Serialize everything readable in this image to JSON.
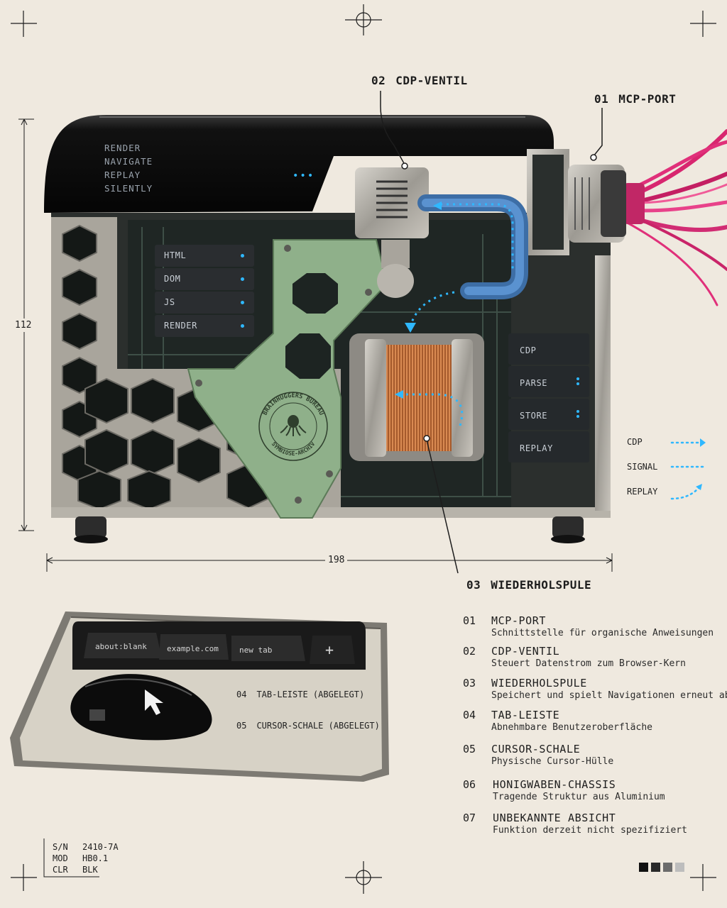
{
  "callouts": {
    "c01": {
      "num": "01",
      "label": "MCP-PORT"
    },
    "c02": {
      "num": "02",
      "label": "CDP-VENTIL"
    },
    "c03": {
      "num": "03",
      "label": "WIEDERHOLSPULE"
    }
  },
  "dimensions": {
    "height": "112",
    "width": "198"
  },
  "screen": {
    "lines": [
      "RENDER",
      "NAVIGATE",
      "REPLAY",
      "SILENTLY"
    ]
  },
  "left_modules": [
    "HTML",
    "DOM",
    "JS",
    "RENDER"
  ],
  "right_modules": [
    "CDP",
    "PARSE",
    "STORE",
    "REPLAY"
  ],
  "emblem": {
    "top": "BRAINHUGGERS BUREAU",
    "bottom": "SYMBIOSE-ARCHIV"
  },
  "signal_legend": [
    {
      "label": "CDP",
      "style": "dotted-arrow"
    },
    {
      "label": "SIGNAL",
      "style": "dotted"
    },
    {
      "label": "REPLAY",
      "style": "dotted-curve-arrow"
    }
  ],
  "tabs": [
    "about:blank",
    "example.com",
    "new tab"
  ],
  "tab_add": "+",
  "tray_labels": [
    {
      "num": "04",
      "text": "TAB-LEISTE (ABGELEGT)"
    },
    {
      "num": "05",
      "text": "CURSOR-SCHALE (ABGELEGT)"
    }
  ],
  "legend": [
    {
      "num": "01",
      "title": "MCP-PORT",
      "desc": "Schnittstelle für organische Anweisungen"
    },
    {
      "num": "02",
      "title": "CDP-VENTIL",
      "desc": "Steuert Datenstrom zum Browser-Kern"
    },
    {
      "num": "03",
      "title": "WIEDERHOLSPULE",
      "desc": "Speichert und spielt Navigationen erneut ab"
    },
    {
      "num": "04",
      "title": "TAB-LEISTE",
      "desc": "Abnehmbare Benutzeroberfläche"
    },
    {
      "num": "05",
      "title": "CURSOR-SCHALE",
      "desc": "Physische Cursor-Hülle"
    },
    {
      "num": "06",
      "title": "HONIGWABEN-CHASSIS",
      "desc": "Tragende Struktur aus Aluminium"
    },
    {
      "num": "07",
      "title": "UNBEKANNTE ABSICHT",
      "desc": "Funktion derzeit nicht spezifiziert"
    }
  ],
  "meta": [
    {
      "key": "S/N",
      "value": "2410-7A"
    },
    {
      "key": "MOD",
      "value": "HB0.1"
    },
    {
      "key": "CLR",
      "value": "BLK"
    }
  ],
  "swatches": [
    "#111111",
    "#2a2a2a",
    "#6b6b6b",
    "#bdbdbd"
  ],
  "colors": {
    "accent_cyan": "#2fb8ff",
    "cable_magenta": "#e0307a",
    "panel_green": "#8fb08a",
    "coil_copper": "#b86a3a"
  }
}
